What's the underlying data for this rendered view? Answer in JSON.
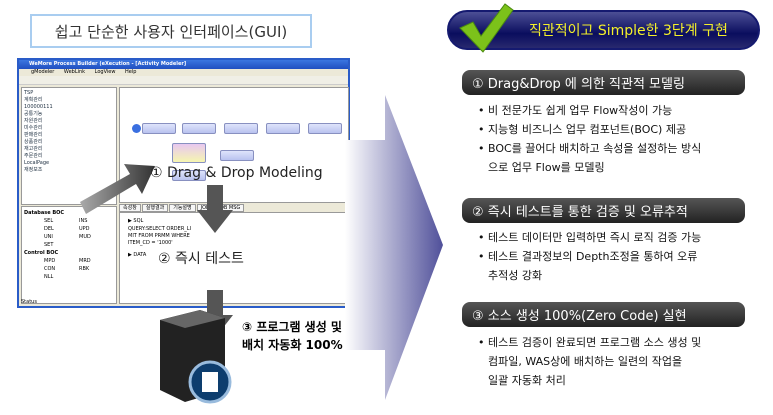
{
  "left": {
    "title": "쉽고 단순한 사용자 인터페이스(GUI)",
    "window": {
      "title": "WeMore Process Builder (eXecution - [Activity Modeler]",
      "menu": [
        "gModeler",
        "WebLink",
        "LogView",
        "Help"
      ],
      "tree": [
        "TSP",
        "계획관리",
        "100000111",
        "공통기능",
        "자원관리",
        "미수관리",
        "판매관리",
        "상품관리",
        "재고관리",
        "주문관리",
        "LocalPage",
        "재정보조"
      ],
      "boc_database_title": "Database BOC",
      "boc_database": [
        "SEL",
        "INS",
        "DEL",
        "UPD",
        "UNI",
        "MUD",
        "SET"
      ],
      "boc_control_title": "Control BOC",
      "boc_control": [
        "MPD",
        "MRD",
        "CON",
        "RBK",
        "NLL"
      ],
      "tabs": [
        "속성창",
        "실행결과",
        "기능설명",
        "JOB",
        "JOB MSG"
      ],
      "sql_label": "▶ SQL",
      "sql_text": "QUERY:SELECT ORDER_LIMIT FROM PRMM WHERE ITEM_CD = '1000'",
      "data_label": "▶ DATA",
      "status": "Status"
    },
    "step1": "① Drag & Drop Modeling",
    "step2": "② 즉시 테스트",
    "step3_line1": "③ 프로그램 생성 및",
    "step3_line2": "배치 자동화 100%"
  },
  "right": {
    "header": "직관적이고 Simple한 3단계 구현",
    "sections": [
      {
        "title": "① Drag&Drop 에 의한  직관적 모델링",
        "bullets": [
          "비 전문가도 쉽게 업무 Flow작성이 가능",
          "지능형 비즈니스 업무 컴포넌트(BOC) 제공",
          "BOC를 끌어다 배치하고 속성을 설정하는 방식"
        ],
        "cont": "으로 업무 Flow를 모델링"
      },
      {
        "title": "② 즉시 테스트를 통한 검증 및 오류추적",
        "bullets": [
          "테스트 데이터만 입력하면 즉시 로직 검증 가능",
          "테스트 결과정보의 Depth조정을 통하여 오류"
        ],
        "cont": "추적성 강화"
      },
      {
        "title": "③ 소스 생성 100%(Zero Code) 실현",
        "bullets": [
          "테스트 검증이 완료되면 프로그램 소스 생성 및"
        ],
        "cont": "컴파일, WAS상에 배치하는 일련의 작업을",
        "cont2": "일괄 자동화 처리"
      }
    ]
  },
  "colors": {
    "header_bg": "#0a0d5e",
    "header_text": "#f4f02a",
    "section_bg": "#333333",
    "check": "#7cc21a"
  }
}
